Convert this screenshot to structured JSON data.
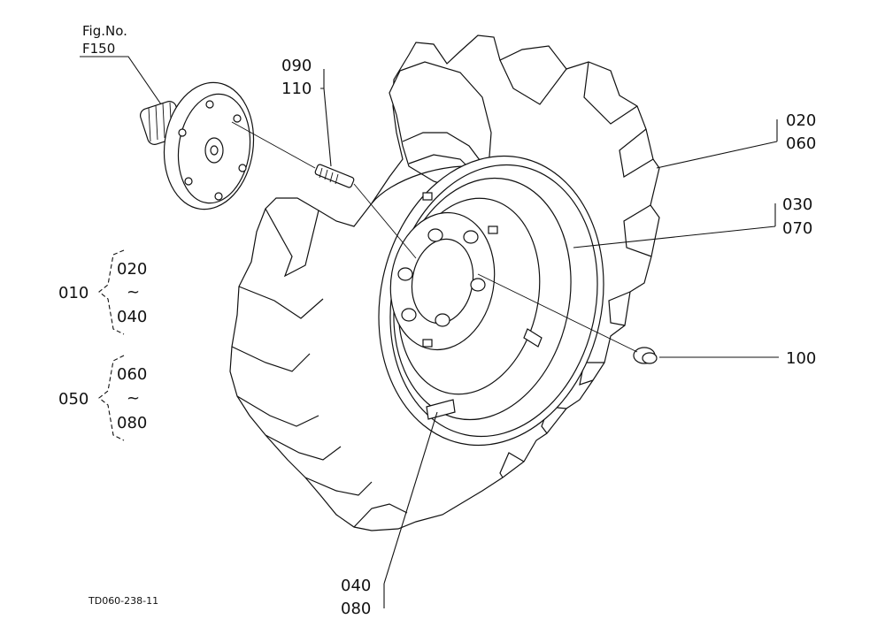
{
  "figure": {
    "ref_caption": "Fig.No.",
    "ref_number": "F150",
    "drawing_code": "TD060-238-11"
  },
  "callouts": {
    "c090": "090",
    "c110": "110",
    "c020_top": "020",
    "c060_top": "060",
    "c030": "030",
    "c070": "070",
    "c100": "100",
    "c040_bottom": "040",
    "c080_bottom": "080"
  },
  "groups": [
    {
      "label": "010",
      "from": "020",
      "tilde": "~",
      "to": "040"
    },
    {
      "label": "050",
      "from": "060",
      "tilde": "~",
      "to": "080"
    }
  ]
}
